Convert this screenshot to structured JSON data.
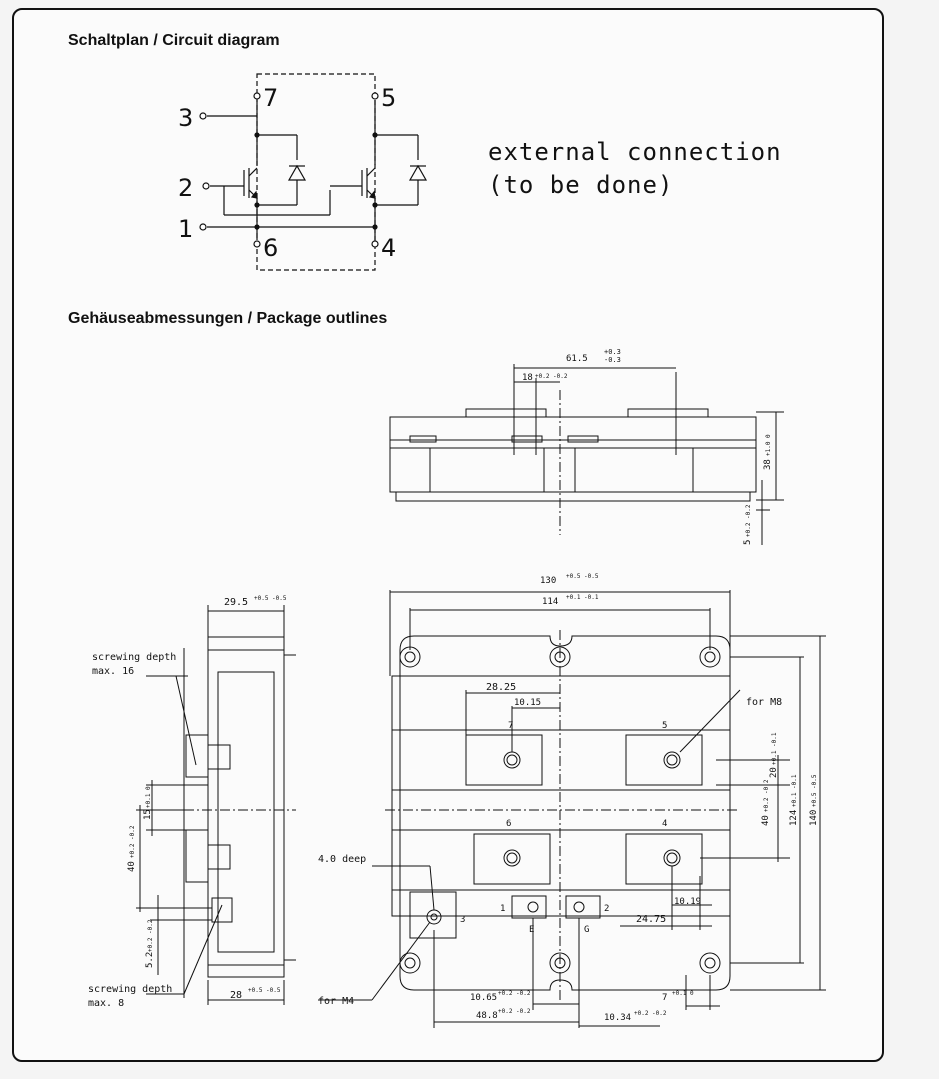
{
  "headings": {
    "circuit": "Schaltplan / Circuit diagram",
    "package": "Gehäuseabmessungen / Package outlines"
  },
  "circuit": {
    "pins": {
      "p1": "1",
      "p2": "2",
      "p3": "3",
      "p4": "4",
      "p5": "5",
      "p6": "6",
      "p7": "7"
    },
    "note_line1": "external connection",
    "note_line2": "(to be done)"
  },
  "side_view": {
    "dim_width": "61.5",
    "dim_width_tol_plus": "+0.3",
    "dim_width_tol_minus": "-0.3",
    "dim_offset": "18",
    "dim_offset_tol": "+0.2 -0.2",
    "dim_height": "38",
    "dim_height_tol": "+1.0 0",
    "dim_base": "5",
    "dim_base_tol": "+0.2 -0.2"
  },
  "left_view": {
    "dim_top": "29.5",
    "dim_top_tol": "+0.5 -0.5",
    "screw_depth_16_a": "screwing depth",
    "screw_depth_16_b": "max. 16",
    "dim_15": "15",
    "dim_15_tol": "+0.1 0",
    "dim_40": "40",
    "dim_40_tol": "+0.2 -0.2",
    "dim_52": "5.2",
    "dim_52_tol": "+0.2 -0.2",
    "screw_depth_8_a": "screwing depth",
    "screw_depth_8_b": "max. 8",
    "dim_28": "28",
    "dim_28_tol": "+0.5 -0.5"
  },
  "top_view": {
    "dim_130": "130",
    "dim_130_tol": "+0.5 -0.5",
    "dim_114": "114",
    "dim_114_tol": "+0.1 -0.1",
    "dim_2825": "28.25",
    "dim_1015": "10.15",
    "for_m8": "for M8",
    "dim_20": "20",
    "dim_20_tol": "+0.1 -0.1",
    "dim_40": "40",
    "dim_40_tol": "+0.2 -0.2",
    "dim_124": "124",
    "dim_124_tol": "+0.1 -0.1",
    "dim_140": "140",
    "dim_140_tol": "+0.5 -0.5",
    "deep": "4.0 deep",
    "dim_1019": "10.19",
    "dim_2475": "24.75",
    "for_m4": "for M4",
    "dim_1065": "10.65",
    "dim_1065_tol": "+0.2 -0.2",
    "dim_488": "48.8",
    "dim_488_tol": "+0.2 -0.2",
    "dim_1034": "10.34",
    "dim_1034_tol": "+0.2 -0.2",
    "dim_7": "7",
    "dim_7_tol": "+0.1 0",
    "term_7": "7",
    "term_5": "5",
    "term_6": "6",
    "term_4": "4",
    "term_1": "1",
    "term_2": "2",
    "term_3": "3",
    "term_e": "E",
    "term_g": "G"
  }
}
